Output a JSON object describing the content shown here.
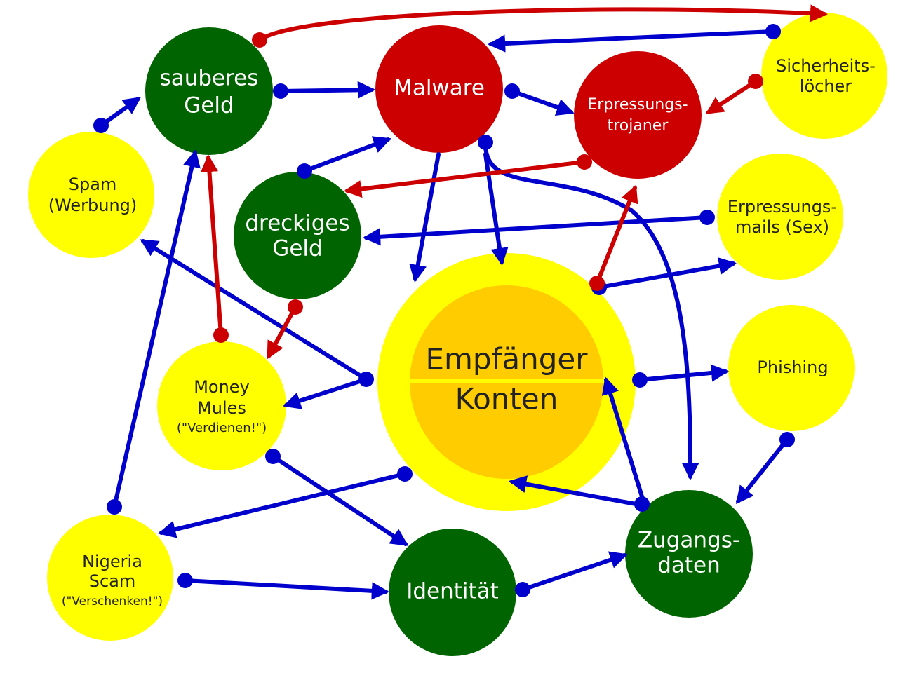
{
  "colors": {
    "yellow": "#ffff00",
    "green": "#006400",
    "red": "#cc0000",
    "orange": "#ffcc00",
    "blue": "#0000cc",
    "arrow_red": "#cc0000",
    "text_dark": "#222222",
    "text_light": "#ffffff"
  },
  "nodes": {
    "sauberes_geld": {
      "lines": [
        "sauberes",
        "Geld"
      ]
    },
    "malware": {
      "lines": [
        "Malware"
      ]
    },
    "erpressungstrojaner": {
      "lines": [
        "Erpressungs-",
        "trojaner"
      ]
    },
    "sicherheitsloecher": {
      "lines": [
        "Sicherheits-",
        "löcher"
      ]
    },
    "spam": {
      "lines": [
        "Spam",
        "(Werbung)"
      ]
    },
    "dreckiges_geld": {
      "lines": [
        "dreckiges",
        "Geld"
      ]
    },
    "erpressungsmails": {
      "lines": [
        "Erpressungs-",
        "mails (Sex)"
      ]
    },
    "empfaenger_konten": {
      "lines": [
        "Empfänger",
        "Konten"
      ]
    },
    "phishing": {
      "lines": [
        "Phishing"
      ]
    },
    "money_mules": {
      "lines": [
        "Money",
        "Mules",
        "(\"Verdienen!\")"
      ]
    },
    "nigeria_scam": {
      "lines": [
        "Nigeria",
        "Scam",
        "(\"Verschenken!\")"
      ]
    },
    "identitaet": {
      "lines": [
        "Identität"
      ]
    },
    "zugangsdaten": {
      "lines": [
        "Zugangs-",
        "daten"
      ]
    }
  }
}
